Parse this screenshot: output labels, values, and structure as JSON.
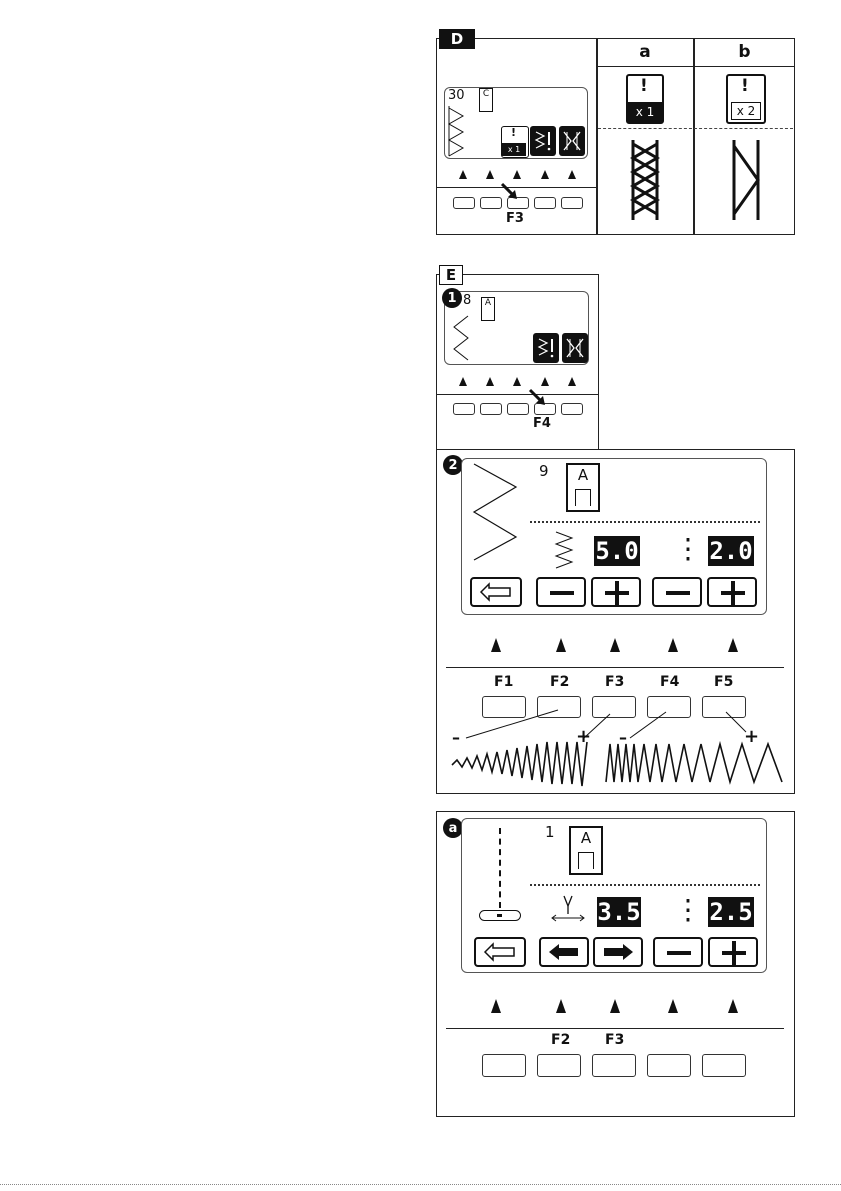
{
  "sectionD": {
    "tag": "D",
    "pattern_number": "30",
    "foot": "C",
    "icon_x1": "x 1",
    "key_label": "F3",
    "col_a": "a",
    "col_b": "b",
    "col_a_icon": "x 1",
    "col_b_icon": "x 2"
  },
  "sectionE": {
    "tag": "E",
    "step1": "1",
    "pattern_number": "8",
    "foot": "A",
    "key_label": "F4"
  },
  "step2": {
    "badge": "2",
    "pattern_number": "9",
    "foot": "A",
    "width_value": "5.0",
    "length_value": "2.0",
    "keys": [
      "F1",
      "F2",
      "F3",
      "F4",
      "F5"
    ],
    "minus": "–",
    "plus": "+"
  },
  "stepA": {
    "badge": "a",
    "pattern_number": "1",
    "foot": "A",
    "position_value": "3.5",
    "length_value": "2.5",
    "keys": [
      "F2",
      "F3"
    ]
  }
}
